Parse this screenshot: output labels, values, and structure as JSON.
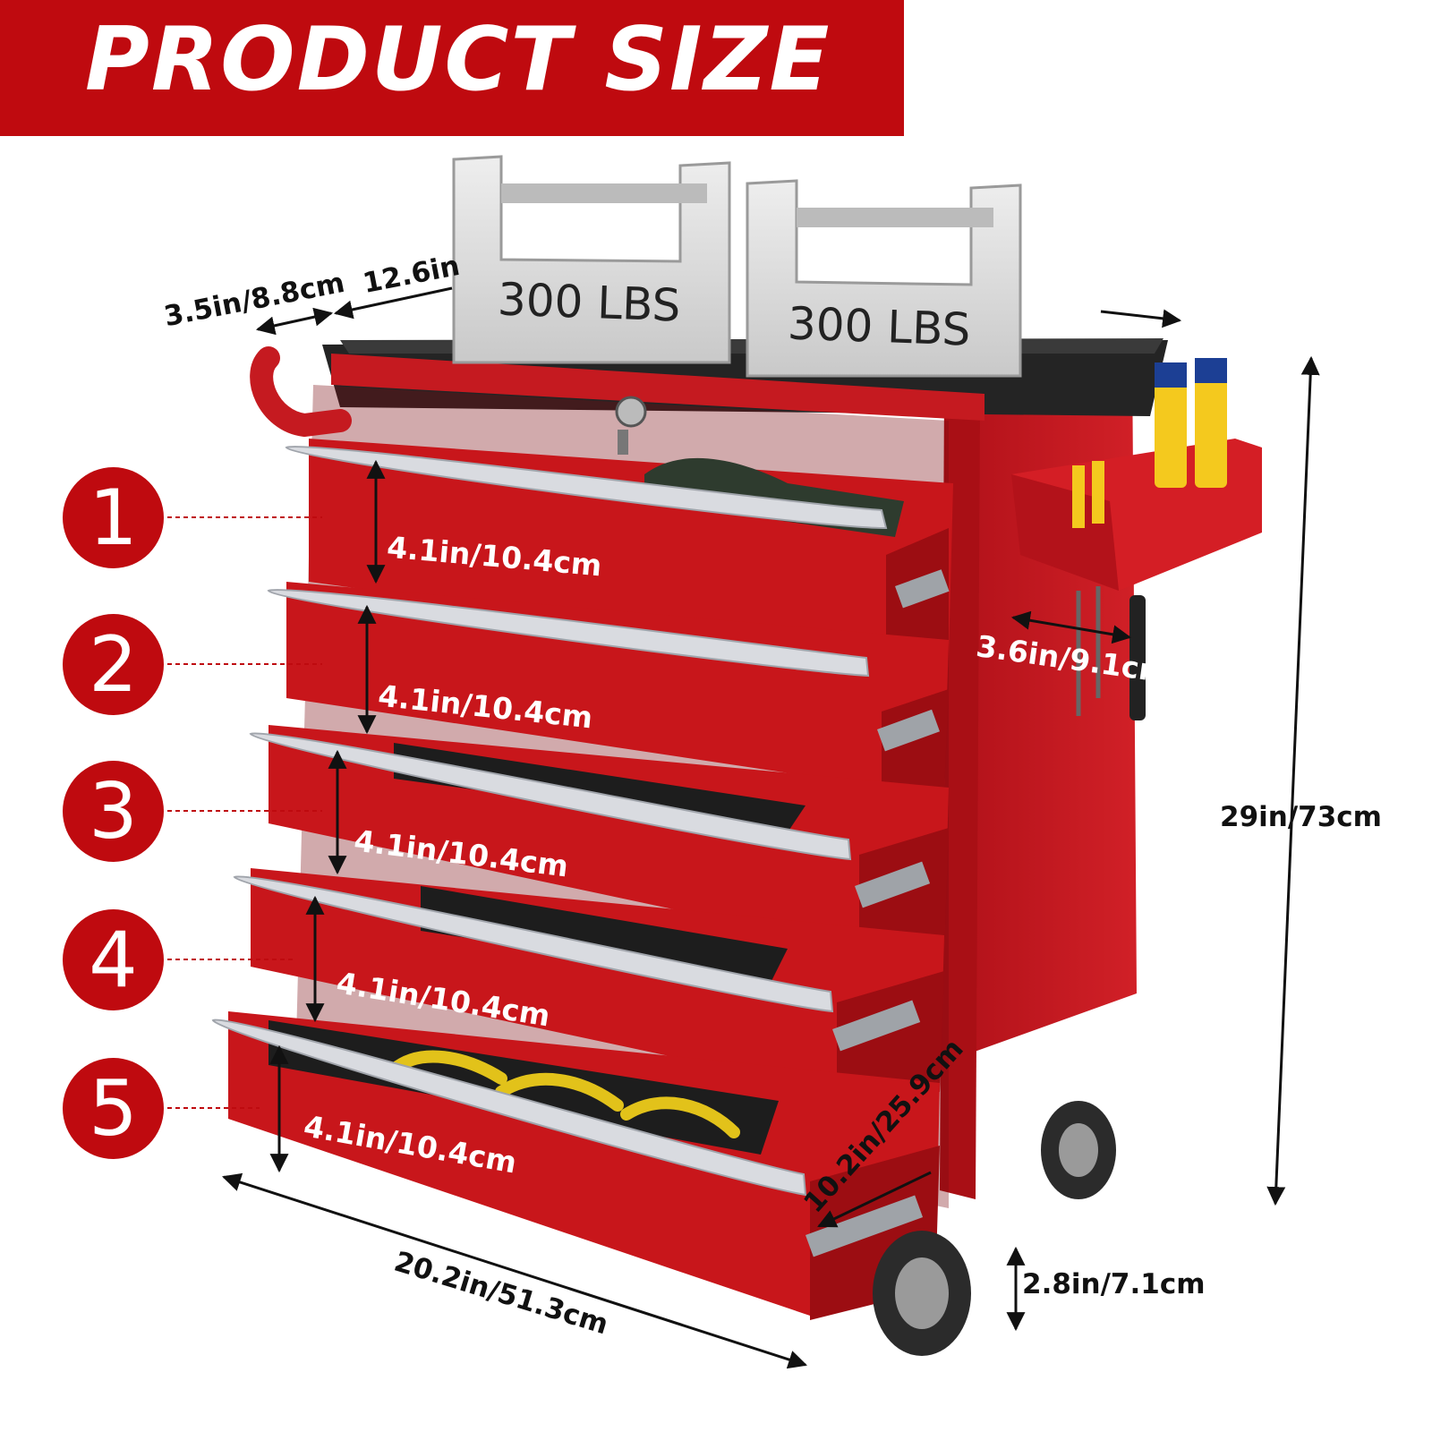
{
  "banner": {
    "title": "PRODUCT SIZE"
  },
  "weights": [
    {
      "label": "300 LBS"
    },
    {
      "label": "300 LBS"
    }
  ],
  "drawers": [
    {
      "number": "1",
      "height": "4.1in/10.4cm"
    },
    {
      "number": "2",
      "height": "4.1in/10.4cm"
    },
    {
      "number": "3",
      "height": "4.1in/10.4cm"
    },
    {
      "number": "4",
      "height": "4.1in/10.4cm"
    },
    {
      "number": "5",
      "height": "4.1in/10.4cm"
    }
  ],
  "dimensions": {
    "top_side": "3.5in/8.8cm",
    "top_depth": "12.6in",
    "total_height": "29in/73cm",
    "side_tray": "3.6in/9.1cm",
    "width": "20.2in/51.3cm",
    "depth": "10.2in/25.9cm",
    "wheel": "2.8in/7.1cm"
  },
  "colors": {
    "brand_red": "#bf0a0f",
    "cart_red": "#c8161b",
    "handle_silver": "#d9dbe0"
  }
}
